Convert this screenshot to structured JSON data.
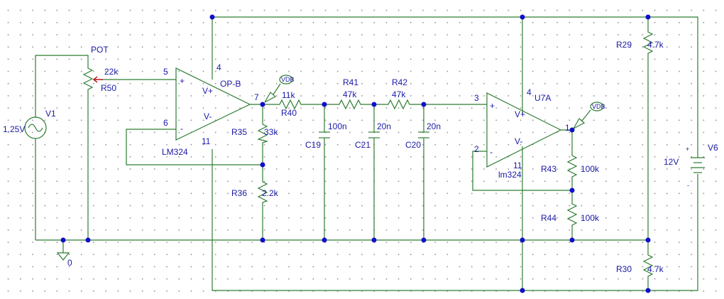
{
  "colors": {
    "wire": "#2e7d32",
    "text": "#1a1aa8",
    "junction": "#1010c8",
    "grid": "#9a9a9a"
  },
  "source": {
    "name": "V1",
    "value": "1.25V"
  },
  "pot": {
    "title": "POT",
    "name": "R50",
    "value": "22k"
  },
  "opamp1": {
    "title": "OP-B",
    "part": "LM324",
    "pin_vplus_supply": "4",
    "pin_vminus_supply": "11",
    "pin_in_plus": "5",
    "pin_in_minus": "6",
    "pin_out": "7",
    "vplus": "V+",
    "vminus": "V-",
    "plus": "+",
    "minus": "-"
  },
  "opamp2": {
    "title": "U7A",
    "part": "lm324",
    "pin_vplus_supply": "4",
    "pin_vminus_supply": "11",
    "pin_in_plus": "3",
    "pin_in_minus": "2",
    "pin_out": "1",
    "vplus": "V+",
    "vminus": "V-",
    "plus": "+",
    "minus": "-"
  },
  "resistors": {
    "r40": {
      "name": "R40",
      "value": "11k"
    },
    "r41": {
      "name": "R41",
      "value": "47k"
    },
    "r42": {
      "name": "R42",
      "value": "47k"
    },
    "r35": {
      "name": "R35",
      "value": "33k"
    },
    "r36": {
      "name": "R36",
      "value": "2.2k"
    },
    "r43": {
      "name": "R43",
      "value": "100k"
    },
    "r44": {
      "name": "R44",
      "value": "100k"
    },
    "r29": {
      "name": "R29",
      "value": "4.7k"
    },
    "r30": {
      "name": "R30",
      "value": "4.7k"
    }
  },
  "capacitors": {
    "c19": {
      "name": "C19",
      "value": "100n"
    },
    "c21": {
      "name": "C21",
      "value": "20n"
    },
    "c20": {
      "name": "C20",
      "value": "20n"
    }
  },
  "battery": {
    "name": "V6",
    "value": "12V",
    "plus": "+",
    "minus": "-"
  },
  "ground": {
    "label": "0"
  },
  "probes": {
    "probe1": "VDB",
    "probe2": "VDB"
  }
}
